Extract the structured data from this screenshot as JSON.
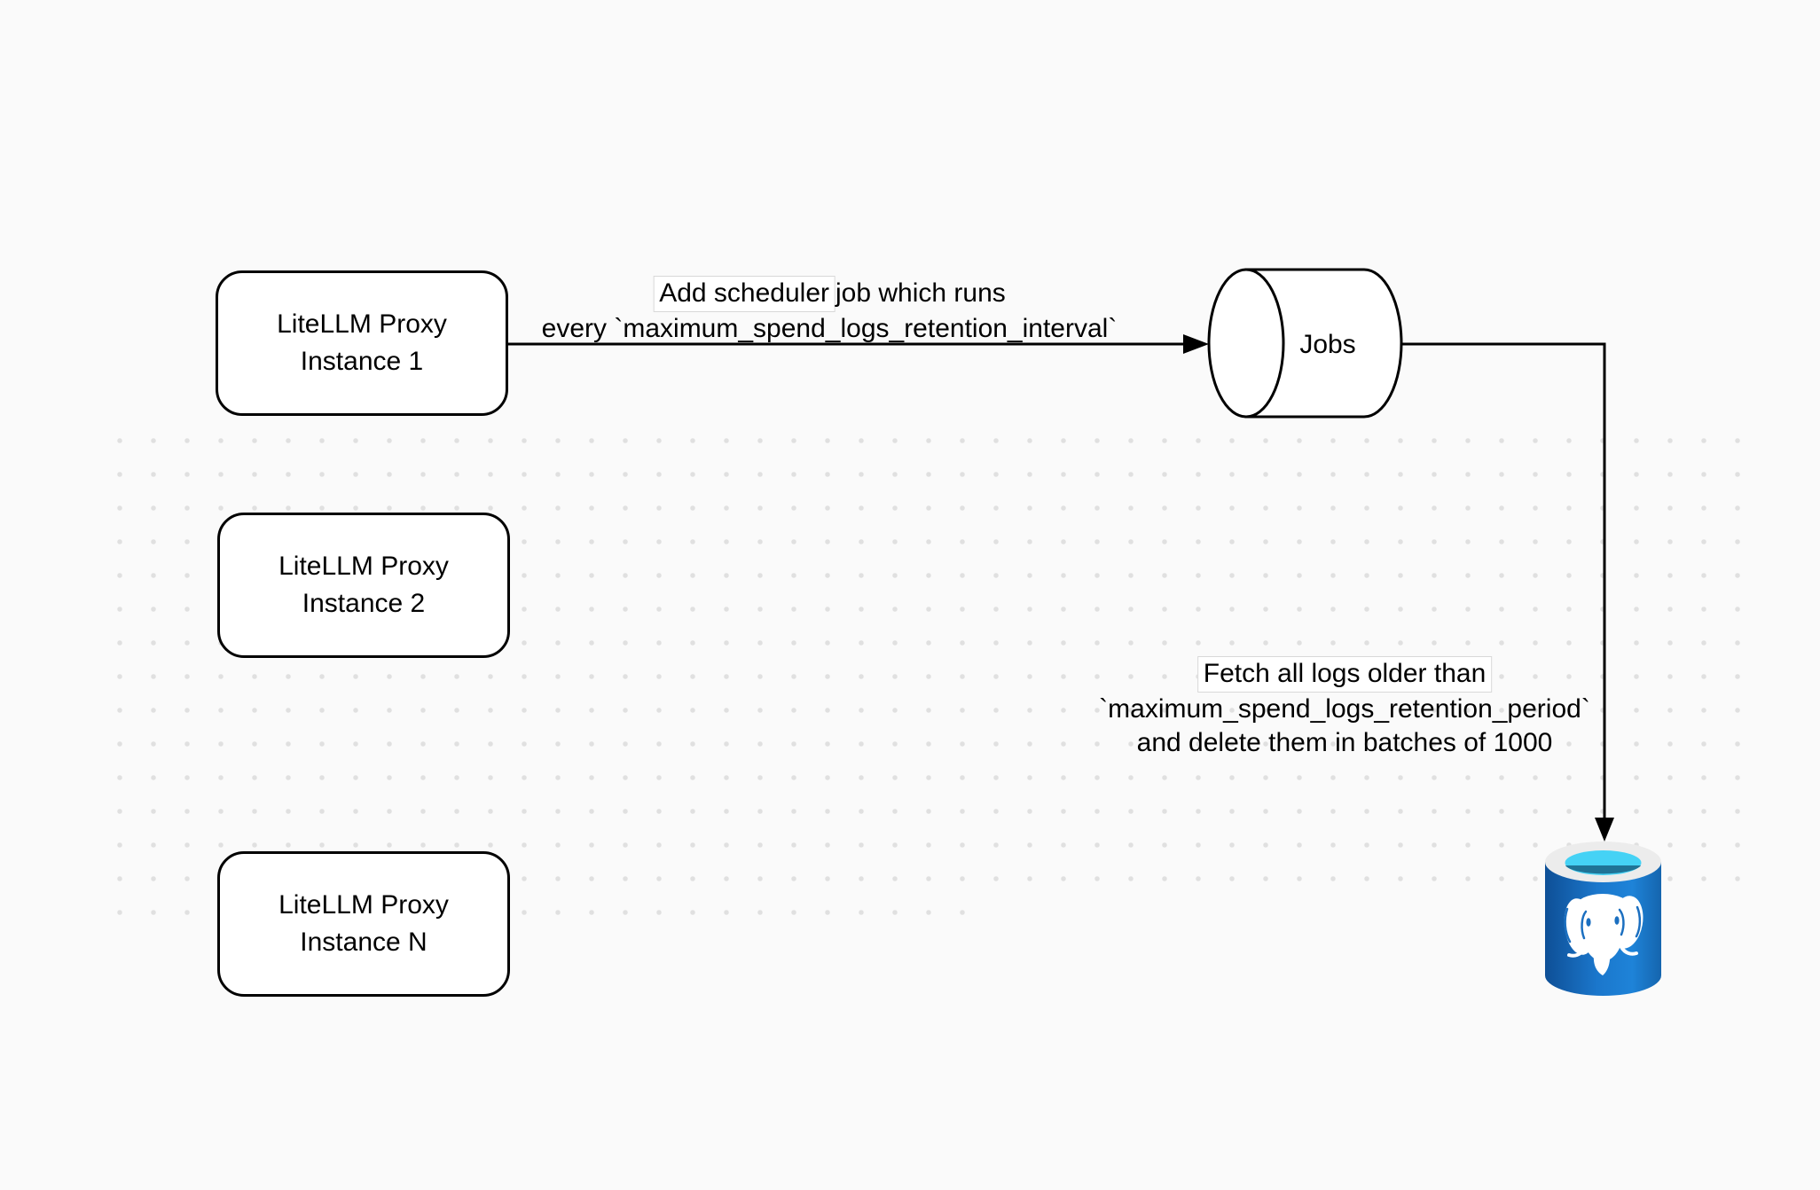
{
  "diagram": {
    "description": "LiteLLM proxy spend-log cleanup scheduling diagram",
    "nodes": {
      "instance1": {
        "line1": "LiteLLM Proxy",
        "line2": "Instance 1"
      },
      "instance2": {
        "line1": "LiteLLM Proxy",
        "line2": "Instance 2"
      },
      "instanceN": {
        "line1": "LiteLLM Proxy",
        "line2": "Instance N"
      },
      "jobs": {
        "label": "Jobs"
      },
      "postgres": {
        "icon": "postgresql-database-icon"
      }
    },
    "edges": {
      "scheduler": {
        "line1_boxed": "Add scheduler ",
        "line1_rest": "job which runs",
        "line2": "every `maximum_spend_logs_retention_interval`"
      },
      "cleanup": {
        "line1": "Fetch all logs older than",
        "line2": "`maximum_spend_logs_retention_period`",
        "line3": "and delete them in batches of 1000"
      }
    },
    "colors": {
      "background": "#fafafa",
      "dot": "#e0e0e0",
      "stroke": "#000000",
      "node_fill": "#ffffff",
      "label_box_border": "#d8d8d8",
      "pg_blue_dark": "#0e4f96",
      "pg_blue": "#1b6fc0",
      "pg_blue_bright": "#1e83d8",
      "pg_ring": "#ececec",
      "pg_cyan": "#45d2f5",
      "pg_inner_dark": "#1f7396",
      "elephant": "#ffffff"
    }
  }
}
